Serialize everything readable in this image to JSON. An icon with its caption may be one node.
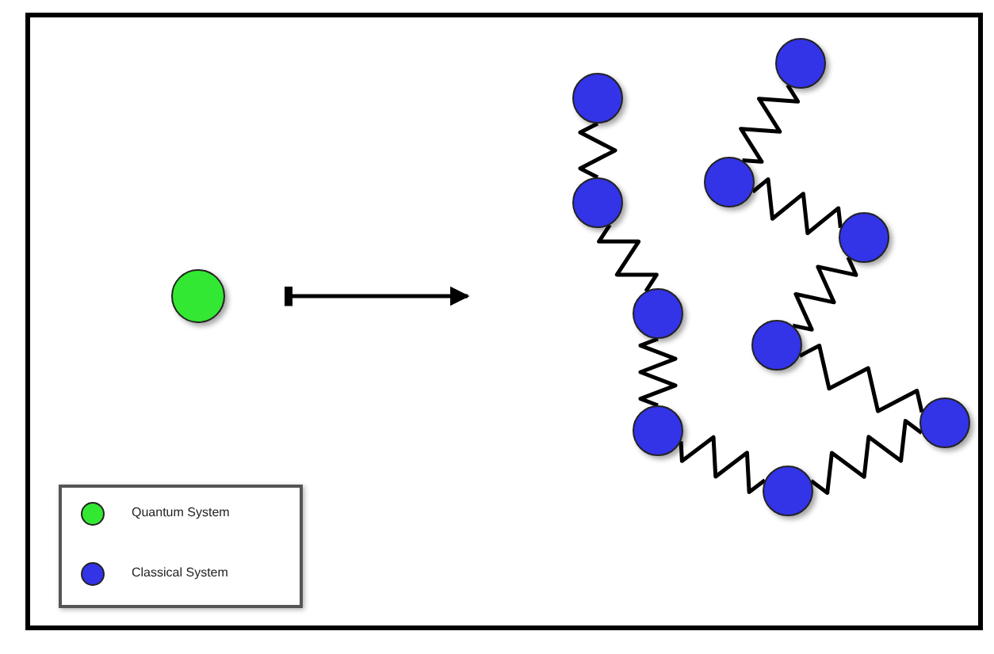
{
  "diagram": {
    "nodes": [
      {
        "text": [],
        "shape": "circle"
      },
      {
        "text": [],
        "shape": "circle"
      },
      {
        "text": [],
        "shape": "circle"
      },
      {
        "text": [],
        "shape": "circle"
      },
      {
        "text": [],
        "shape": "circle"
      },
      {
        "text": [],
        "shape": "circle"
      },
      {
        "text": [],
        "shape": "circle"
      },
      {
        "text": [],
        "shape": "circle"
      },
      {
        "text": [],
        "shape": "circle"
      },
      {
        "text": [],
        "shape": "circle"
      },
      {
        "text": [],
        "shape": "circle"
      }
    ],
    "edges": [
      {
        "from": 0,
        "to": null,
        "arrow": "to"
      },
      {
        "from": 1,
        "to": 2,
        "arrow": "none"
      },
      {
        "from": 2,
        "to": 3,
        "arrow": "none"
      },
      {
        "from": 3,
        "to": 4,
        "arrow": "none"
      },
      {
        "from": 4,
        "to": 7,
        "arrow": "none"
      },
      {
        "from": 7,
        "to": 10,
        "arrow": "none"
      },
      {
        "from": 10,
        "to": 6,
        "arrow": "none"
      },
      {
        "from": 6,
        "to": 9,
        "arrow": "none"
      },
      {
        "from": 9,
        "to": 5,
        "arrow": "none"
      },
      {
        "from": 5,
        "to": 8,
        "arrow": "none"
      }
    ],
    "legend": [
      {
        "text": "Quantum System",
        "color": "#33e833"
      },
      {
        "text": "Classical System",
        "color": "#3333e8"
      }
    ]
  }
}
